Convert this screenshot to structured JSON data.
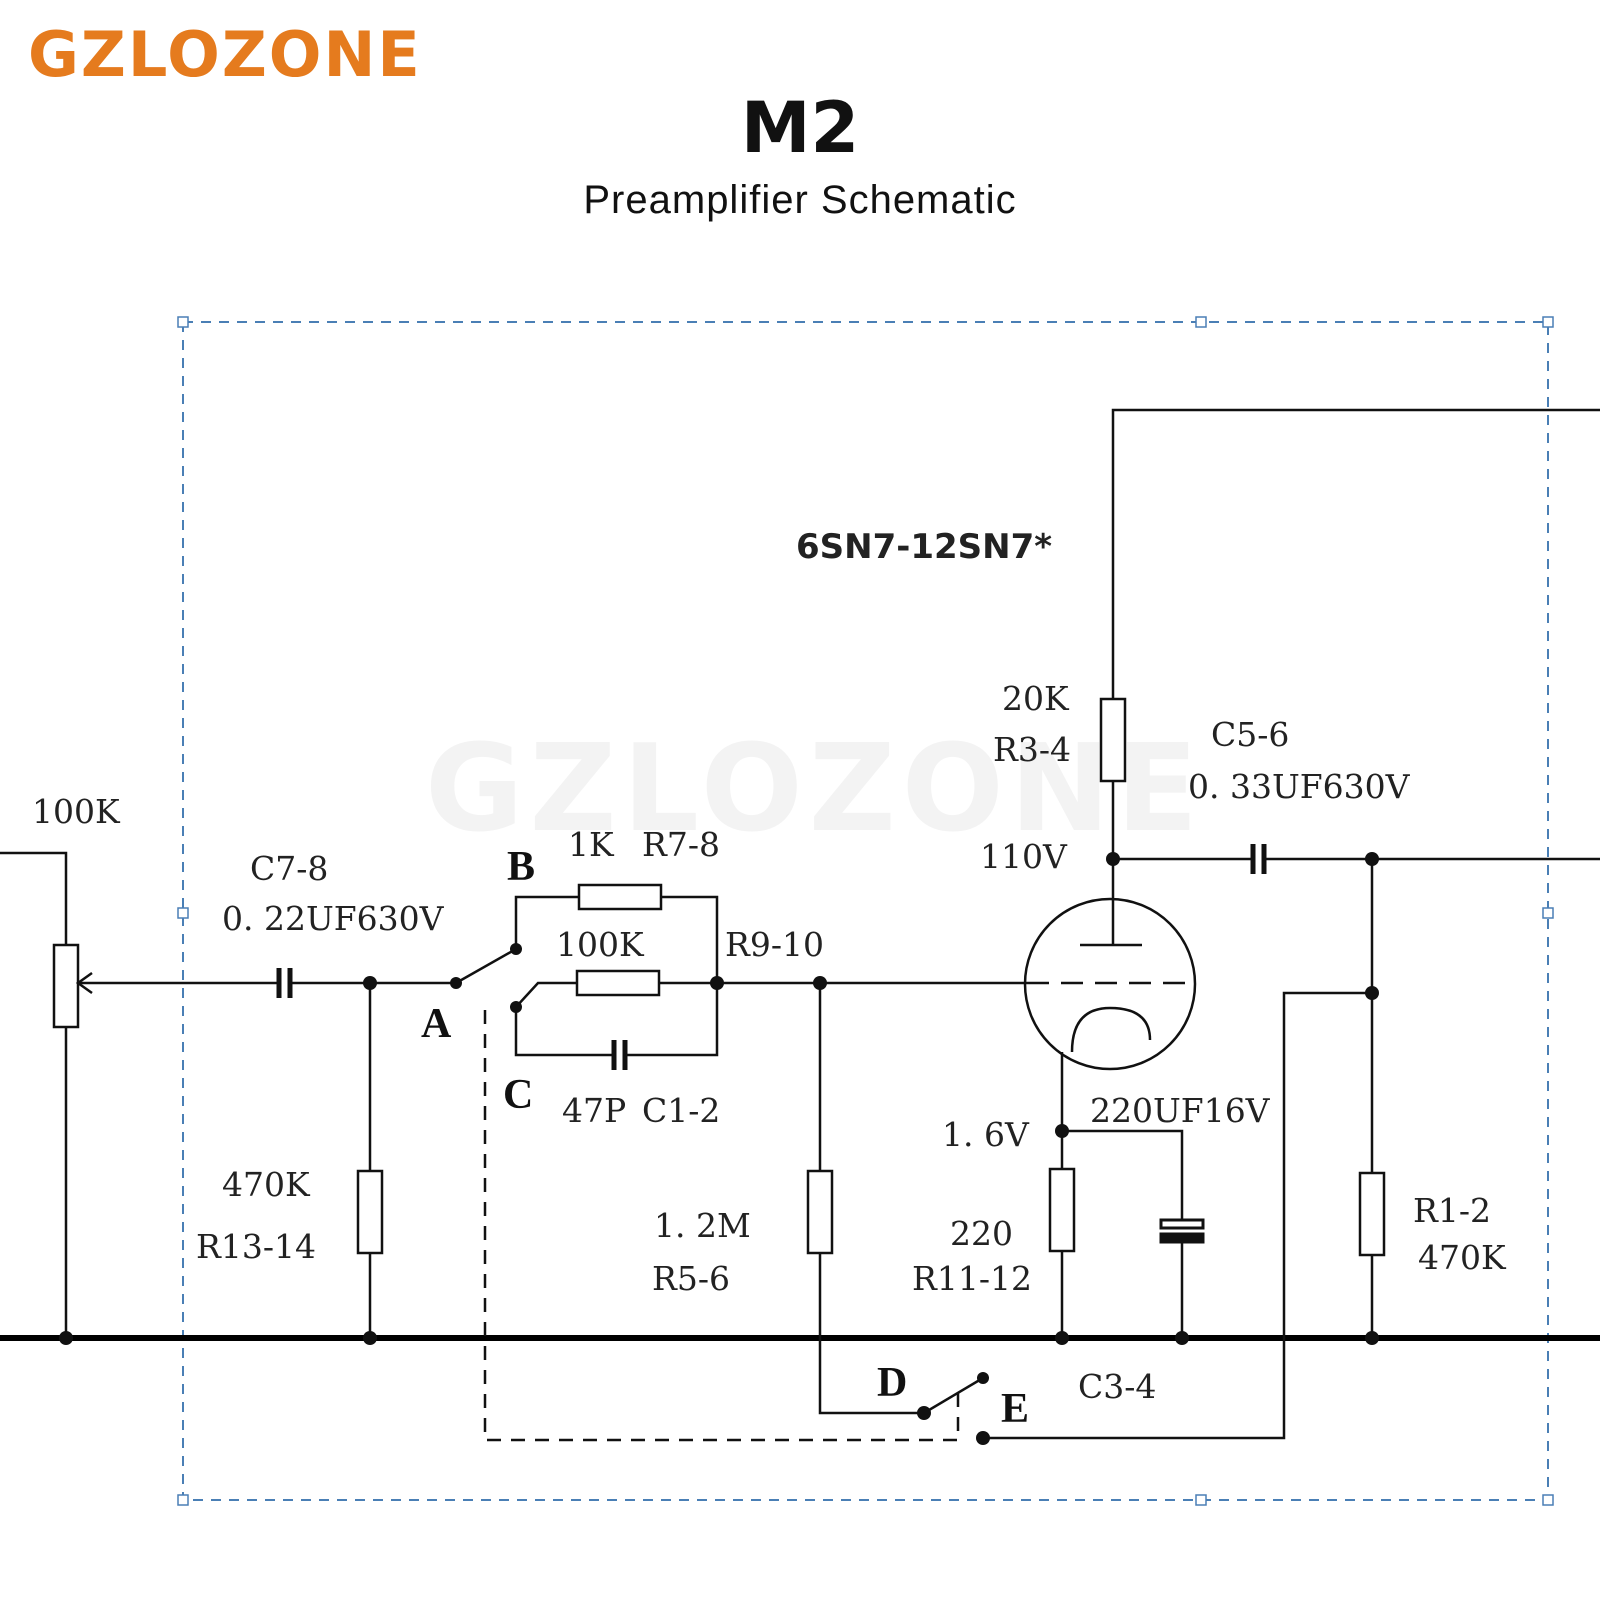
{
  "brand": "GZLOZONE",
  "watermark": "GZLOZONE",
  "title": "M2",
  "subtitle": "Preamplifier Schematic",
  "tube": "6SN7-12SN7*",
  "labels": {
    "pot_value": "100K",
    "c78_name": "C7-8",
    "c78_value": "0. 22UF630V",
    "r1314_value": "470K",
    "r1314_name": "R13-14",
    "node_a": "A",
    "node_b": "B",
    "node_c": "C",
    "node_d": "D",
    "node_e": "E",
    "r78_value": "1K",
    "r78_name": "R7-8",
    "r910_value": "100K",
    "r910_name": "R9-10",
    "c12_value": "47P",
    "c12_name": "C1-2",
    "r56_value": "1. 2M",
    "r56_name": "R5-6",
    "r34_value": "20K",
    "r34_name": "R3-4",
    "plate_voltage": "110V",
    "c56_name": "C5-6",
    "c56_value": "0. 33UF630V",
    "cathode_voltage": "1. 6V",
    "c34_value": "220UF16V",
    "c34_name": "C3-4",
    "r1112_value": "220",
    "r1112_name": "R11-12",
    "r12_name": "R1-2",
    "r12_value": "470K"
  },
  "colors": {
    "brand": "#e57b1e",
    "frame": "#4a7fb5",
    "wire": "#111111"
  }
}
